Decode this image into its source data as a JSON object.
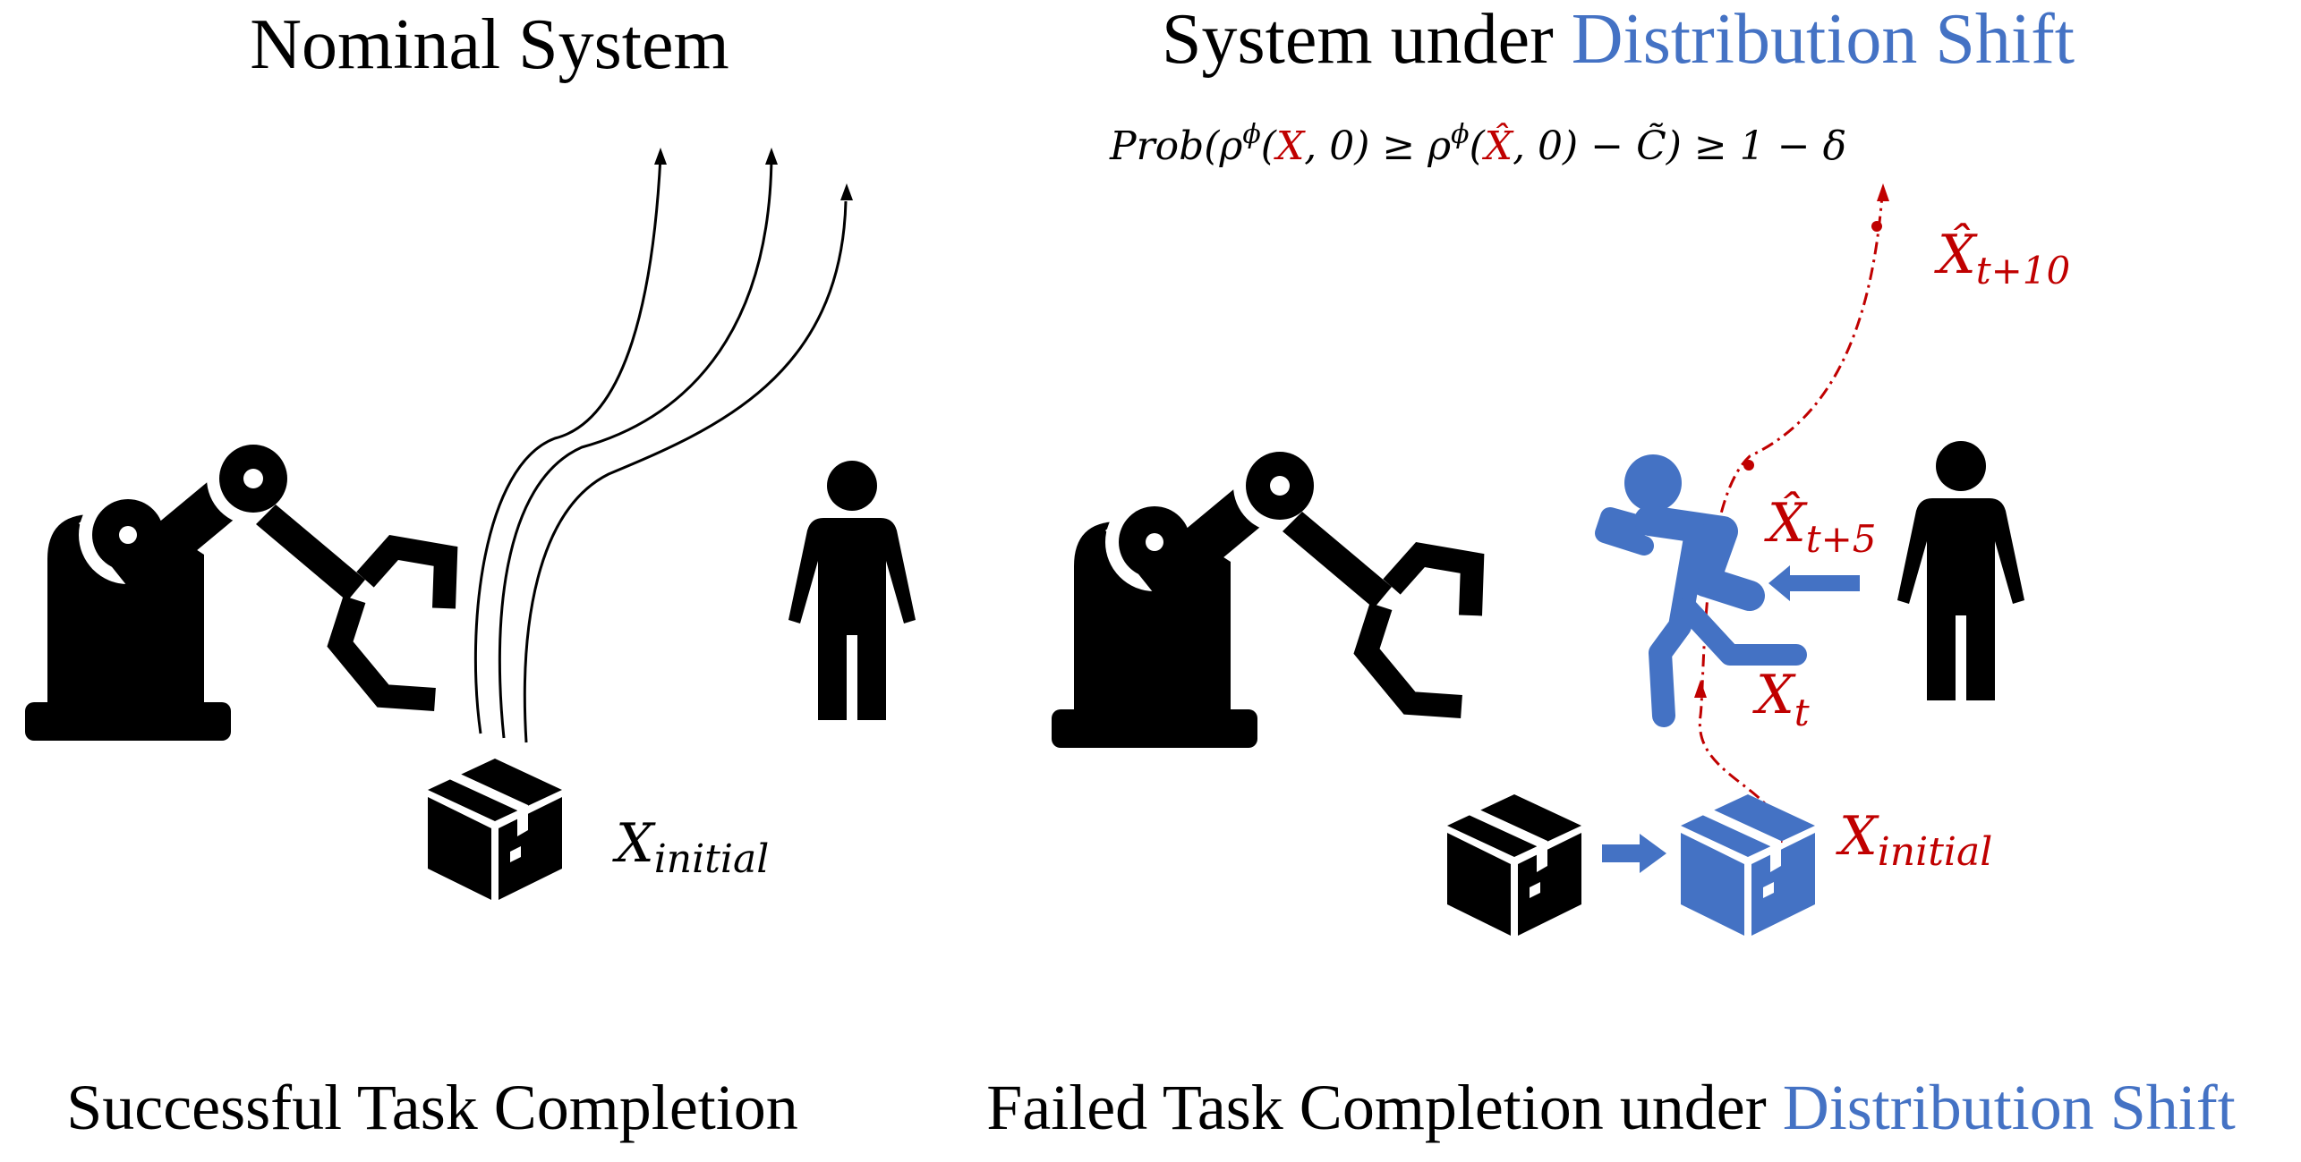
{
  "left": {
    "title": "Nominal System",
    "caption": "Successful Task Completion",
    "initial_label": {
      "main": "X",
      "sub": "initial"
    }
  },
  "right": {
    "title_prefix": "System under ",
    "title_highlight": "Distribution Shift",
    "caption_prefix": "Failed Task Completion under ",
    "caption_highlight": "Distribution Shift",
    "formula": {
      "p1": "Prob(ρ",
      "sup1": "ϕ",
      "p2": "(",
      "x_red": "X",
      "p3": ", 0) ≥ ρ",
      "sup2": "ϕ",
      "p4": "(",
      "xhat_red": "X̂",
      "p5": ", 0)  −  ",
      "ctilde": "C̃",
      "p6": ") ≥ 1  −  δ"
    },
    "labels": {
      "x_t": {
        "main": "X",
        "sub": "t"
      },
      "x_t5": {
        "main": "X̂",
        "sub": "t+5"
      },
      "x_t10": {
        "main": "X̂",
        "sub": "t+10"
      },
      "x_init": {
        "main": "X",
        "sub": "initial"
      }
    }
  },
  "icons": [
    "robot-arm-icon",
    "person-icon",
    "running-person-icon",
    "box-icon"
  ],
  "colors": {
    "black": "#000000",
    "blue": "#4472C4",
    "red": "#C00000"
  }
}
